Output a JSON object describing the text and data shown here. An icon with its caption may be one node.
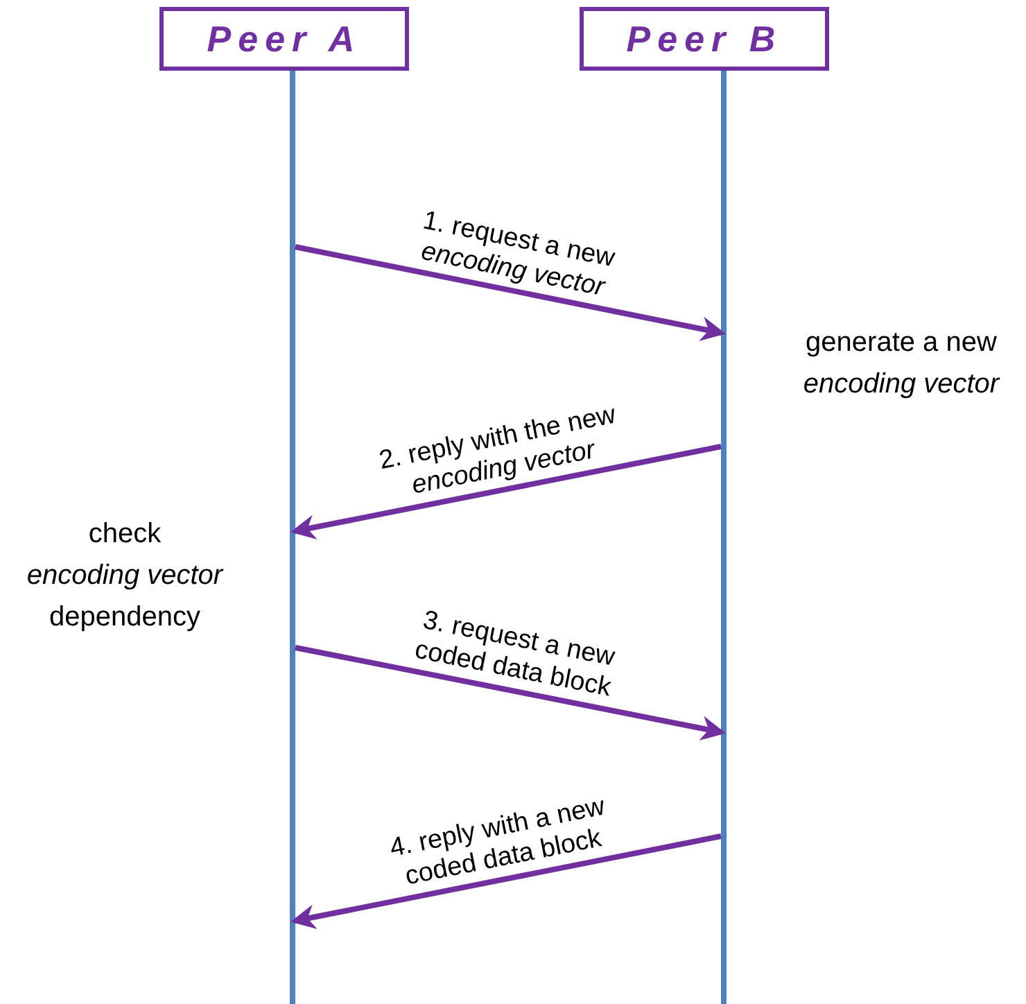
{
  "diagram": {
    "nodes": [
      {
        "text": [
          "Peer A"
        ]
      },
      {
        "text": [
          "Peer B"
        ]
      },
      {
        "text": [],
        "shape": "bar"
      },
      {
        "text": [],
        "shape": "bar"
      }
    ],
    "edges": [
      {
        "from": 2,
        "to": 3,
        "arrow": "to",
        "label": "1.    request  a new *encoding vector*"
      },
      {
        "from": 3,
        "to": 2,
        "arrow": "to",
        "label": "2.  reply with the new *encoding vector*"
      },
      {
        "from": 2,
        "to": 3,
        "arrow": "to",
        "label": "3.    request a new coded data block"
      },
      {
        "from": 3,
        "to": 2,
        "arrow": "to",
        "label": "4.  reply with a new coded data block"
      }
    ],
    "labels": [
      "generate a new *encoding vector*",
      "check *encoding vector* dependency"
    ]
  }
}
